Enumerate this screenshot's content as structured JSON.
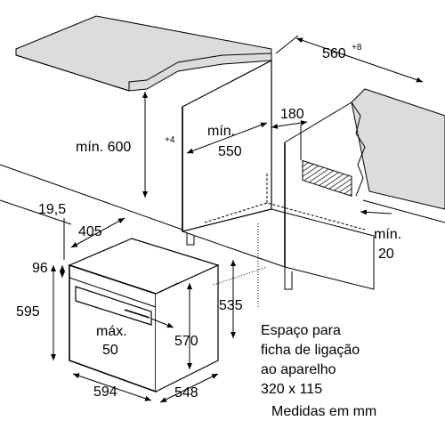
{
  "dimensions": {
    "top_depth": "560",
    "top_depth_sup": "+8",
    "min_height": "mín. 600",
    "min_height_sup": "+4",
    "min_width_1": "mín.",
    "min_width_2": "550",
    "vent_width": "180",
    "side_gap_1": "mín.",
    "side_gap_2": "20",
    "oven_offset": "19,5",
    "oven_inner": "405",
    "panel_height": "96",
    "oven_height": "595",
    "max_label_1": "máx.",
    "max_label_2": "50",
    "inner_height": "570",
    "body_height": "535",
    "oven_width": "594",
    "oven_depth": "548"
  },
  "notes": {
    "line1": "Espaço para",
    "line2": "ficha de ligação",
    "line3": "ao aparelho",
    "line4": "320 x 115",
    "units": "Medidas em mm"
  }
}
